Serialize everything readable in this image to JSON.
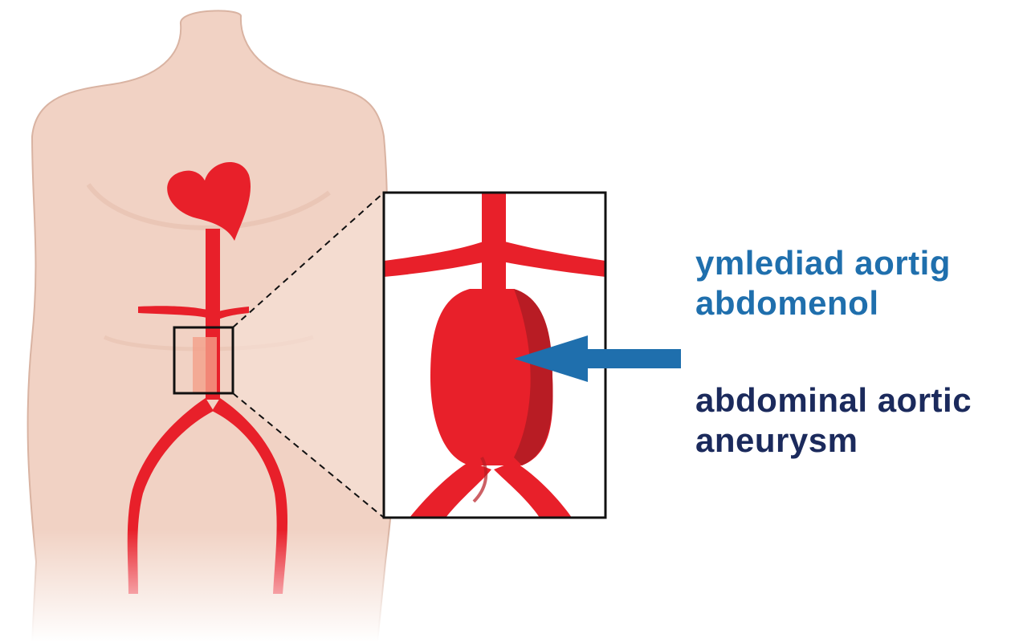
{
  "labels": {
    "welsh": {
      "line1": "ymlediad aortig",
      "line2": "abdomenol"
    },
    "english": {
      "line1": "abdominal aortic",
      "line2": "aneurysm"
    }
  },
  "colors": {
    "skin": "#f1d2c4",
    "skin_outline": "#d9b3a2",
    "artery": "#e8202a",
    "artery_dark": "#b81c24",
    "arrow": "#1f6fad",
    "welsh_text": "#1f6fad",
    "english_text": "#1b2a5c",
    "frame": "#111111"
  },
  "icons": {
    "arrow": "left-arrow-icon",
    "heart": "heart-icon"
  }
}
